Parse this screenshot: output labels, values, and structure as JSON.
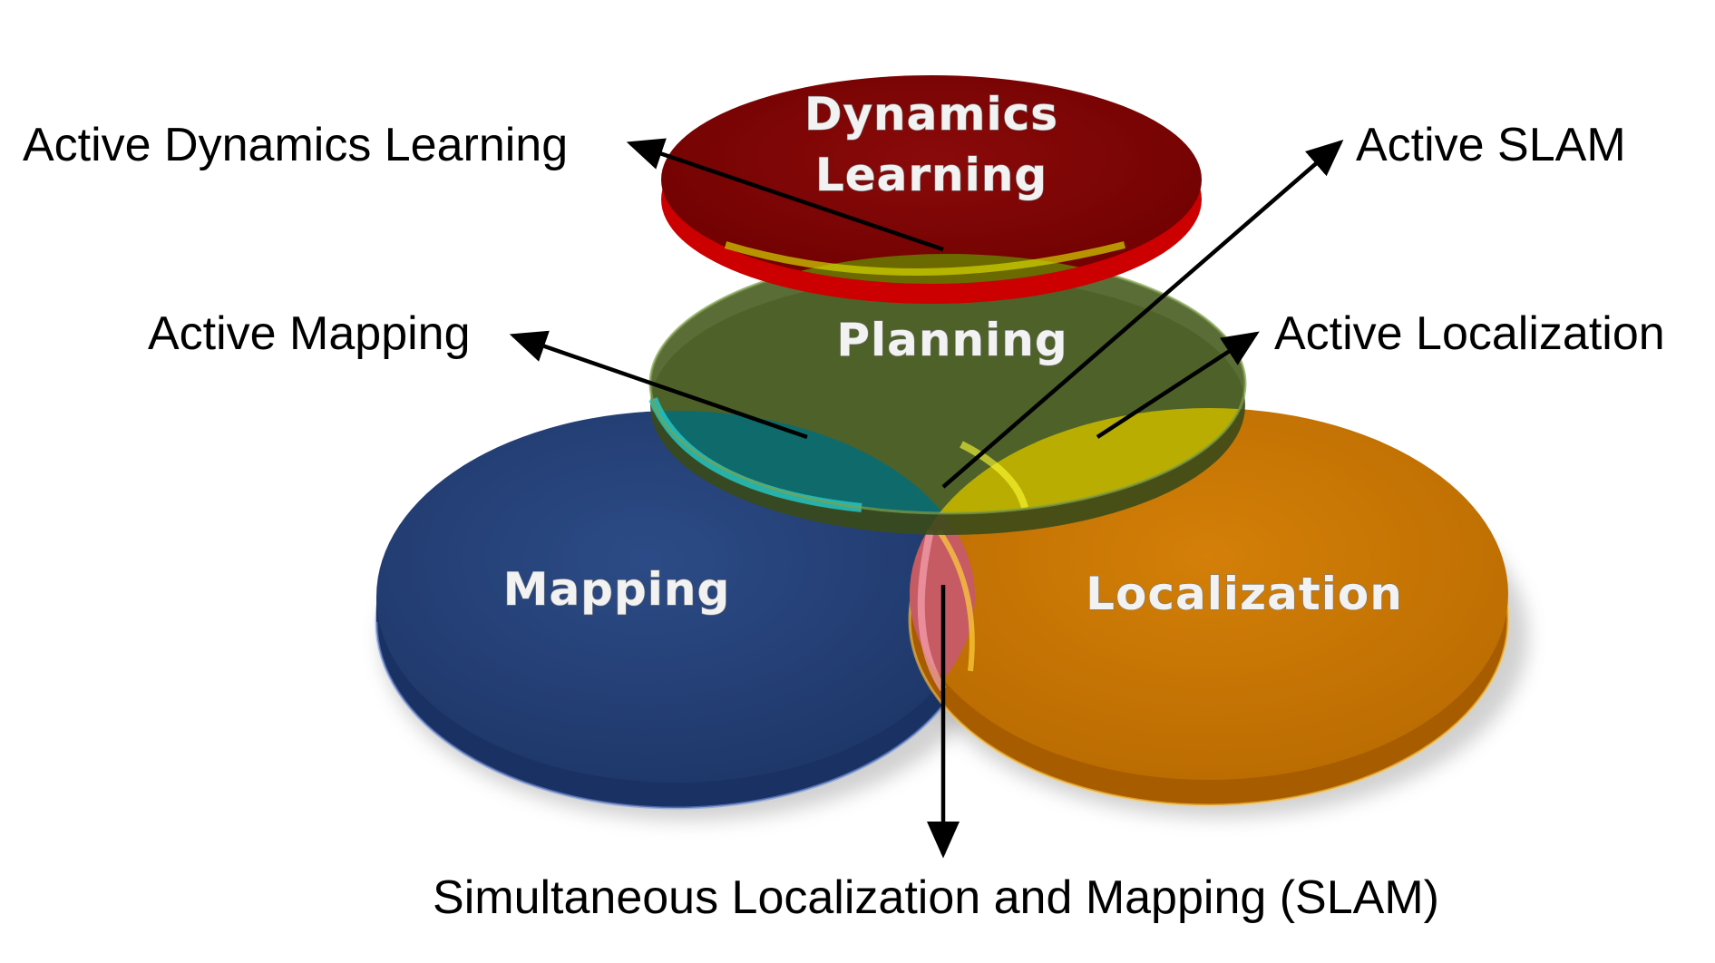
{
  "circles": {
    "dynamics": {
      "line1": "Dynamics",
      "line2": "Learning"
    },
    "planning": "Planning",
    "mapping": "Mapping",
    "localization": "Localization"
  },
  "callouts": {
    "active_dynamics_learning": "Active Dynamics Learning",
    "active_slam": "Active SLAM",
    "active_mapping": "Active Mapping",
    "active_localization": "Active Localization",
    "slam": "Simultaneous Localization and Mapping (SLAM)"
  },
  "colors": {
    "dynamics": "#7f0000",
    "planning": "#4f6228",
    "mapping": "#1f3864",
    "localization": "#c77400",
    "arrow": "#000000"
  }
}
